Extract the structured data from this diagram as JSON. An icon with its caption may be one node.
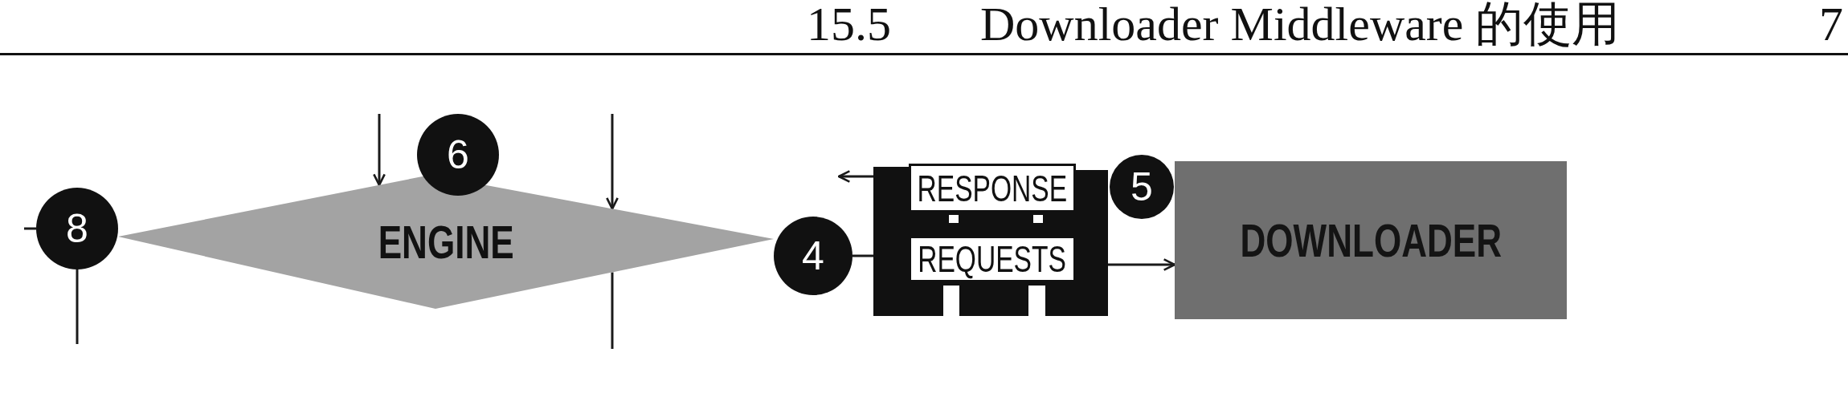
{
  "diagram": {
    "nodes": [
      {
        "text": [
          "ENGINE"
        ]
      },
      {
        "text": [
          "8"
        ]
      },
      {
        "text": [
          "6"
        ]
      },
      {
        "text": [
          "4"
        ]
      },
      {
        "text": [],
        "shape": "box"
      },
      {
        "text": [
          "RESPONSE"
        ],
        "in": 4
      },
      {
        "text": [
          "REQUESTS"
        ],
        "in": 4
      },
      {
        "text": [
          "5"
        ]
      },
      {
        "text": [
          "DOWNLOADER"
        ]
      }
    ],
    "edges": [
      {
        "from": 1,
        "to": null,
        "arrow": "none"
      },
      {
        "from": 1,
        "to": null,
        "arrow": "none"
      },
      {
        "from": null,
        "to": 0,
        "arrow": "to"
      },
      {
        "from": null,
        "to": 0,
        "arrow": "to"
      },
      {
        "from": 0,
        "to": null,
        "arrow": "none"
      },
      {
        "from": 3,
        "to": 4,
        "arrow": "none"
      },
      {
        "from": 4,
        "to": null,
        "arrow": "to"
      },
      {
        "from": 4,
        "to": 8,
        "arrow": "to"
      }
    ],
    "labels": [
      "15.5",
      "Downloader Middleware 的使用",
      "7"
    ]
  }
}
